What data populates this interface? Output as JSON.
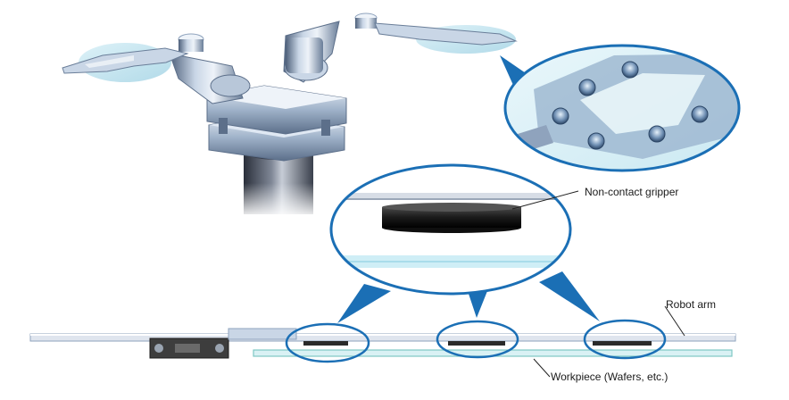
{
  "labels": {
    "non_contact_gripper": "Non-contact gripper",
    "robot_arm": "Robot arm",
    "workpiece": "Workpiece (Wafers, etc.)"
  },
  "colors": {
    "callout_blue": "#1b6fb5",
    "metal_light": "#c9d6e6",
    "metal_mid": "#8fa3bd",
    "metal_dark": "#4d5f7a",
    "glass": "#cfeaf3",
    "workpiece_edge": "#7fc7c4",
    "gripper_dark": "#1f1f1f"
  },
  "icons": [
    "robot-hand-illustration",
    "end-effector-closeup",
    "gripper-closeup"
  ]
}
